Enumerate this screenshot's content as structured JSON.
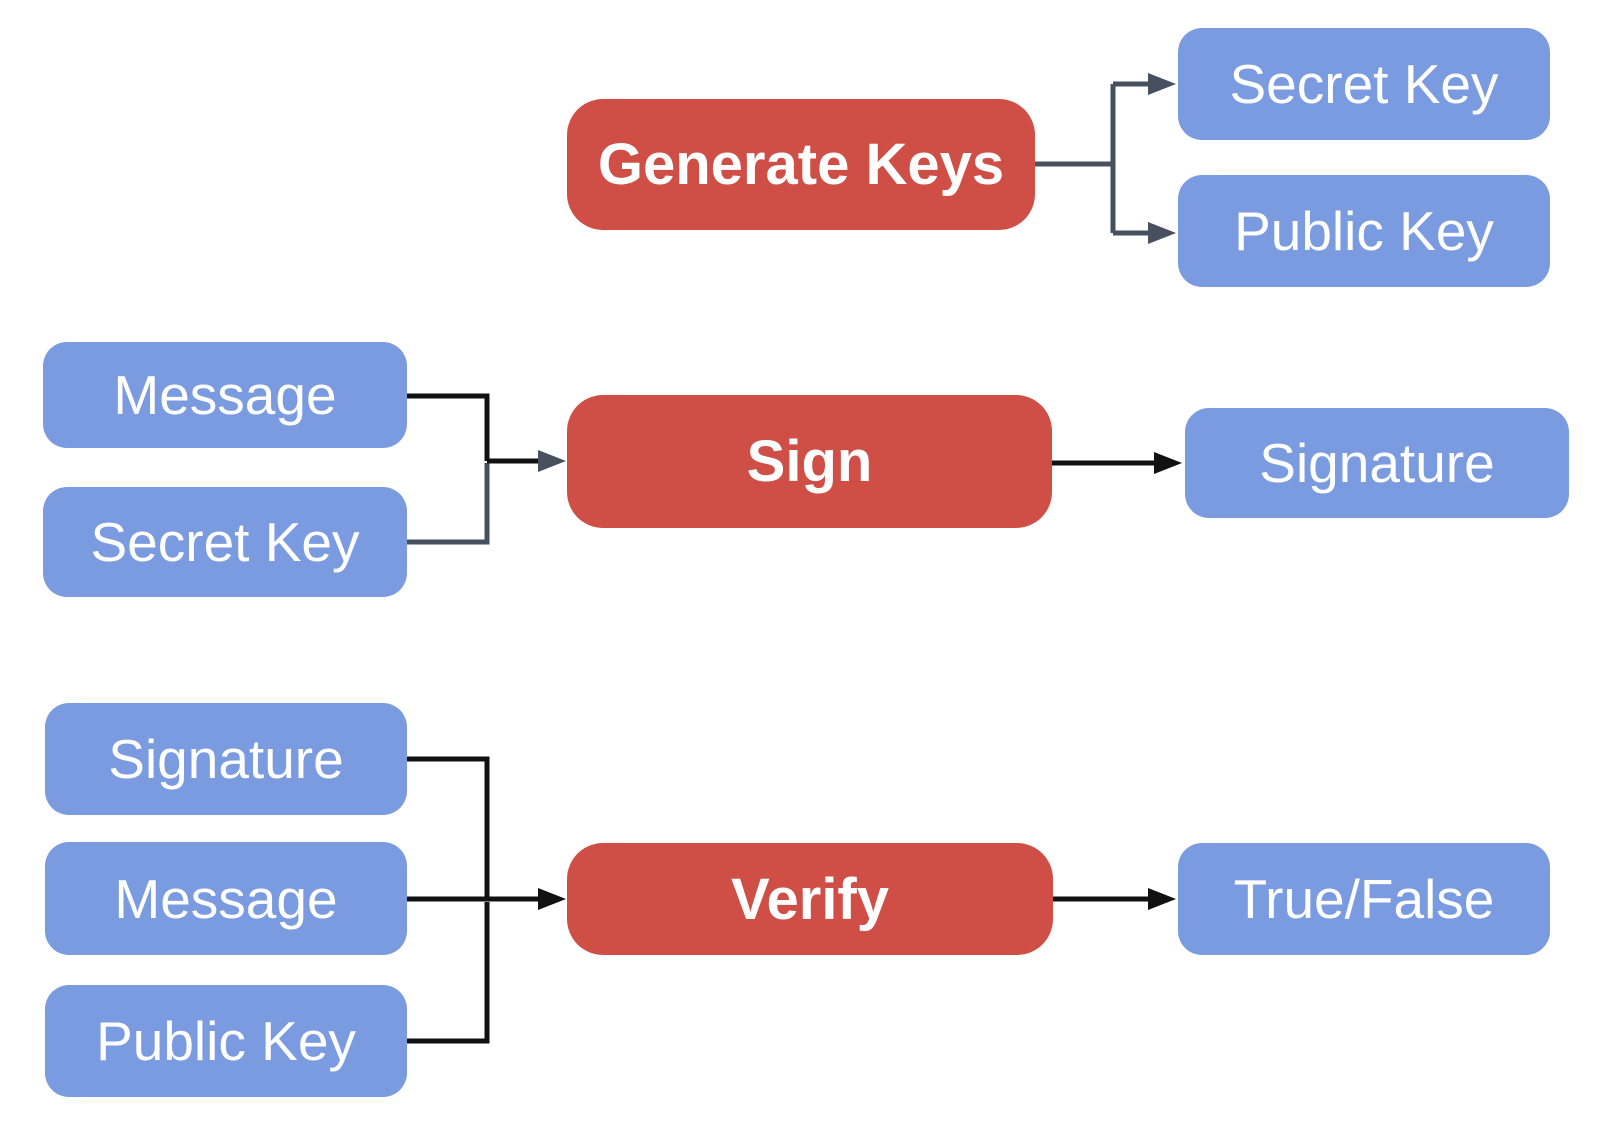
{
  "diagram": {
    "colors": {
      "process_box": "#cf4e46",
      "data_box": "#7a9be0",
      "connector_slate": "#46505e",
      "connector_black": "#111111",
      "label_text": "#ffffff",
      "background": "#ffffff"
    },
    "nodes": {
      "generate_keys": {
        "label": "Generate Keys",
        "type": "process"
      },
      "secret_key_out": {
        "label": "Secret Key",
        "type": "data"
      },
      "public_key_out": {
        "label": "Public Key",
        "type": "data"
      },
      "message_sign": {
        "label": "Message",
        "type": "data"
      },
      "secret_key_in": {
        "label": "Secret Key",
        "type": "data"
      },
      "sign": {
        "label": "Sign",
        "type": "process"
      },
      "signature_out": {
        "label": "Signature",
        "type": "data"
      },
      "signature_in": {
        "label": "Signature",
        "type": "data"
      },
      "message_verify": {
        "label": "Message",
        "type": "data"
      },
      "public_key_in": {
        "label": "Public Key",
        "type": "data"
      },
      "verify": {
        "label": "Verify",
        "type": "process"
      },
      "true_false": {
        "label": "True/False",
        "type": "data"
      }
    },
    "edges": [
      {
        "from": "generate_keys",
        "to": "secret_key_out"
      },
      {
        "from": "generate_keys",
        "to": "public_key_out"
      },
      {
        "from": "message_sign",
        "to": "sign"
      },
      {
        "from": "secret_key_in",
        "to": "sign"
      },
      {
        "from": "sign",
        "to": "signature_out"
      },
      {
        "from": "signature_in",
        "to": "verify"
      },
      {
        "from": "message_verify",
        "to": "verify"
      },
      {
        "from": "public_key_in",
        "to": "verify"
      },
      {
        "from": "verify",
        "to": "true_false"
      }
    ]
  }
}
